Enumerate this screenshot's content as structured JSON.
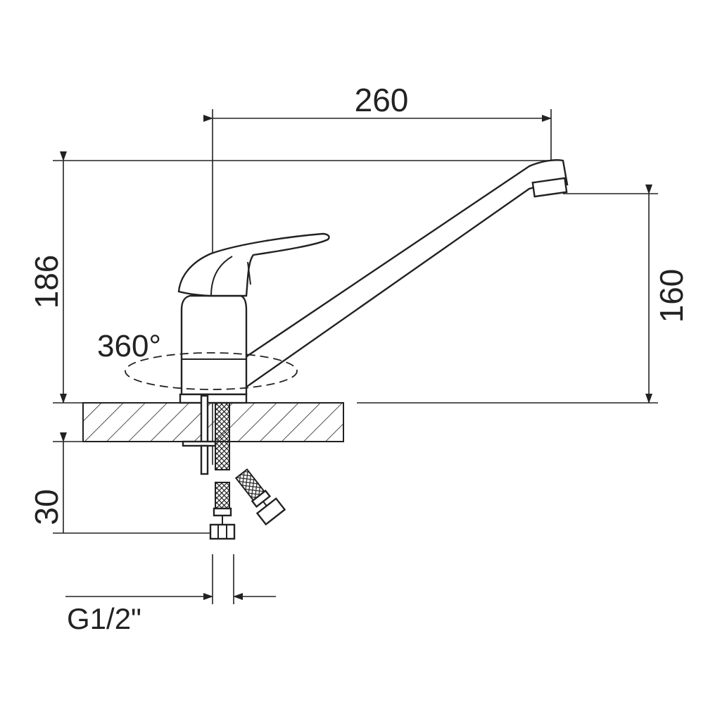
{
  "dimensions": {
    "spout_reach": "260",
    "total_height": "186",
    "spout_height": "160",
    "below_counter": "30",
    "rotation": "360°",
    "connection_thread": "G1/2\""
  },
  "colors": {
    "line": "#222222",
    "background": "#ffffff"
  }
}
